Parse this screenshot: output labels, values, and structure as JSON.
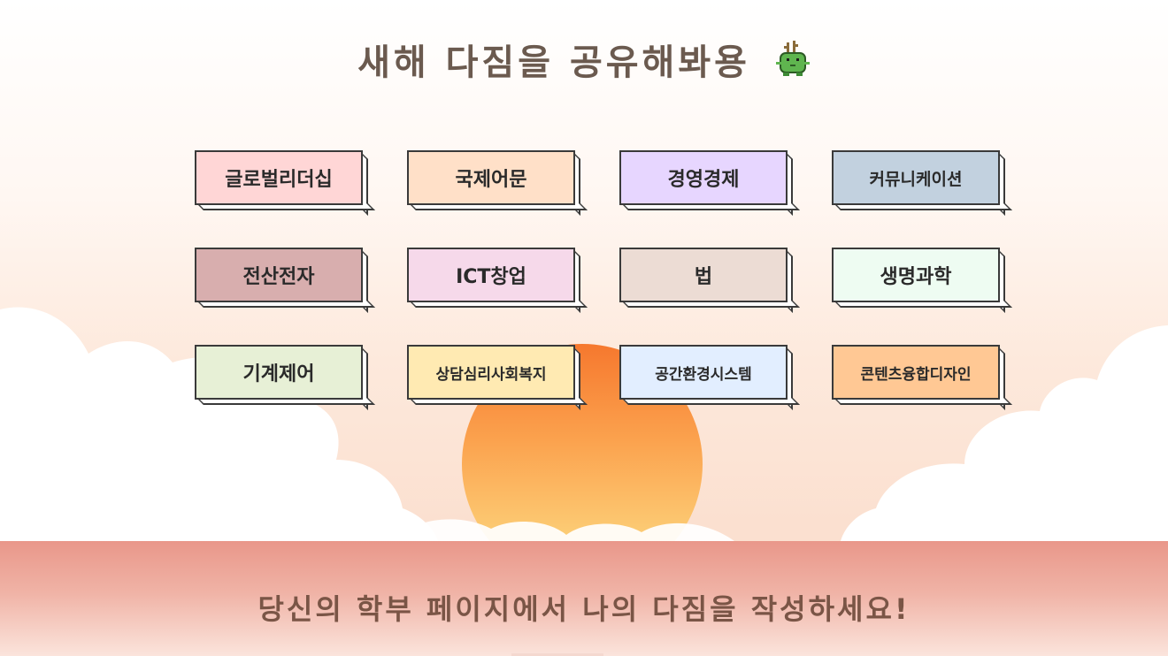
{
  "header": {
    "title": "새해 다짐을 공유해봐용"
  },
  "departments": [
    {
      "label": "글로벌리더십",
      "color": "#ffd6d6"
    },
    {
      "label": "국제어문",
      "color": "#ffe0c8"
    },
    {
      "label": "경영경제",
      "color": "#e7d6ff"
    },
    {
      "label": "커뮤니케이션",
      "color": "#c2d1df"
    },
    {
      "label": "전산전자",
      "color": "#d8aeae"
    },
    {
      "label": "ICT창업",
      "color": "#f6d9ea"
    },
    {
      "label": "법",
      "color": "#ecdcd4"
    },
    {
      "label": "생명과학",
      "color": "#eefcf2"
    },
    {
      "label": "기계제어",
      "color": "#e7f0d6"
    },
    {
      "label": "상담심리사회복지",
      "color": "#ffeab2"
    },
    {
      "label": "공간환경시스템",
      "color": "#e2eeff"
    },
    {
      "label": "콘텐츠융합디자인",
      "color": "#ffc894"
    }
  ],
  "footer": {
    "message": "당신의 학부 페이지에서 나의 다짐을 작성하세요!"
  },
  "colors": {
    "title": "#6b5a4f",
    "sun_top": "#f6782e",
    "sun_bottom": "#fde289",
    "band_top": "#e9978a",
    "band_bottom": "#fbe4dc"
  },
  "icons": {
    "title_icon": "dragon-icon"
  }
}
